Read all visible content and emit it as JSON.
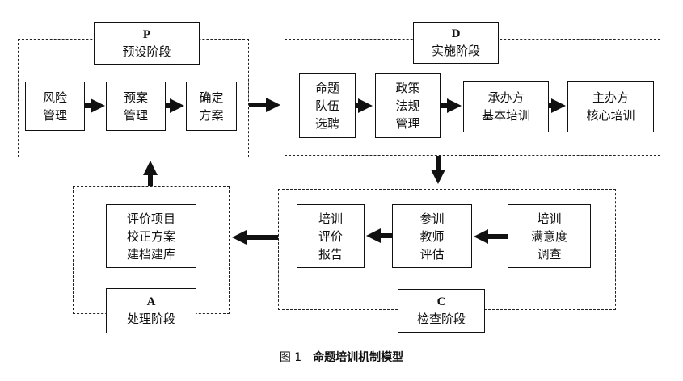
{
  "phases": {
    "p": {
      "letter": "P",
      "name": "预设阶段"
    },
    "d": {
      "letter": "D",
      "name": "实施阶段"
    },
    "c": {
      "letter": "C",
      "name": "检查阶段"
    },
    "a": {
      "letter": "A",
      "name": "处理阶段"
    }
  },
  "boxes": {
    "risk": "风险\n管理",
    "plan": "预案\n管理",
    "confirm": "确定\n方案",
    "team": "命题\n队伍\n选聘",
    "policy": "政策\n法规\n管理",
    "contractor_training": "承办方\n基本培训",
    "organizer_training": "主办方\n核心培训",
    "satisfaction": "培训\n满意度\n调查",
    "teacher_eval": "参训\n教师\n评估",
    "report": "培训\n评价\n报告",
    "archive": "评价项目\n校正方案\n建档建库"
  },
  "caption": {
    "number": "图 1",
    "title": "命题培训机制模型"
  }
}
